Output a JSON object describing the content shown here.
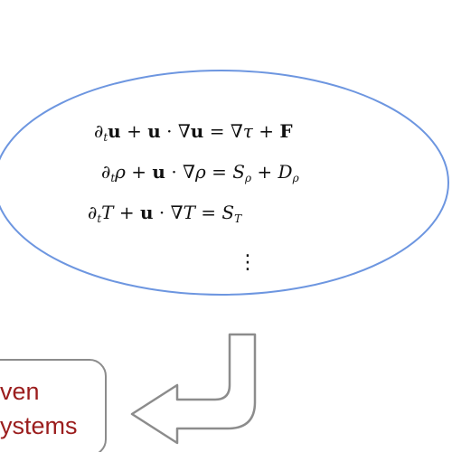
{
  "equations": {
    "eq1": {
      "lhs_a": "∂",
      "lhs_a_sub": "t",
      "lhs_b": "u",
      "plus1": " + ",
      "u1": "u",
      "dot1": " · ∇",
      "u2": "u",
      "eqsign": " = ∇",
      "tau": "τ",
      "plus2": " + ",
      "F": "F"
    },
    "eq2": {
      "d": "∂",
      "d_sub": "t",
      "rho": "ρ",
      "plus1": " + ",
      "u": "u",
      "dot": " · ∇",
      "rho2": "ρ",
      "eqsign": " = ",
      "S": "S",
      "S_sub": "ρ",
      "plus2": " + ",
      "D": "D",
      "D_sub": "ρ"
    },
    "eq3": {
      "d": "∂",
      "d_sub": "t",
      "T": "T",
      "plus1": " + ",
      "u": "u",
      "dot": " · ∇",
      "T2": "T",
      "eqsign": " = ",
      "S": "S",
      "S_sub": "T"
    },
    "vdots": "⋮"
  },
  "box": {
    "label_line1": "ven",
    "label_line2": "ystems",
    "text_color": "#9b1d1d",
    "border_color": "#8c8c8c"
  },
  "colors": {
    "ellipse_stroke": "#6d96e0",
    "arrow_stroke": "#8c8c8c"
  }
}
